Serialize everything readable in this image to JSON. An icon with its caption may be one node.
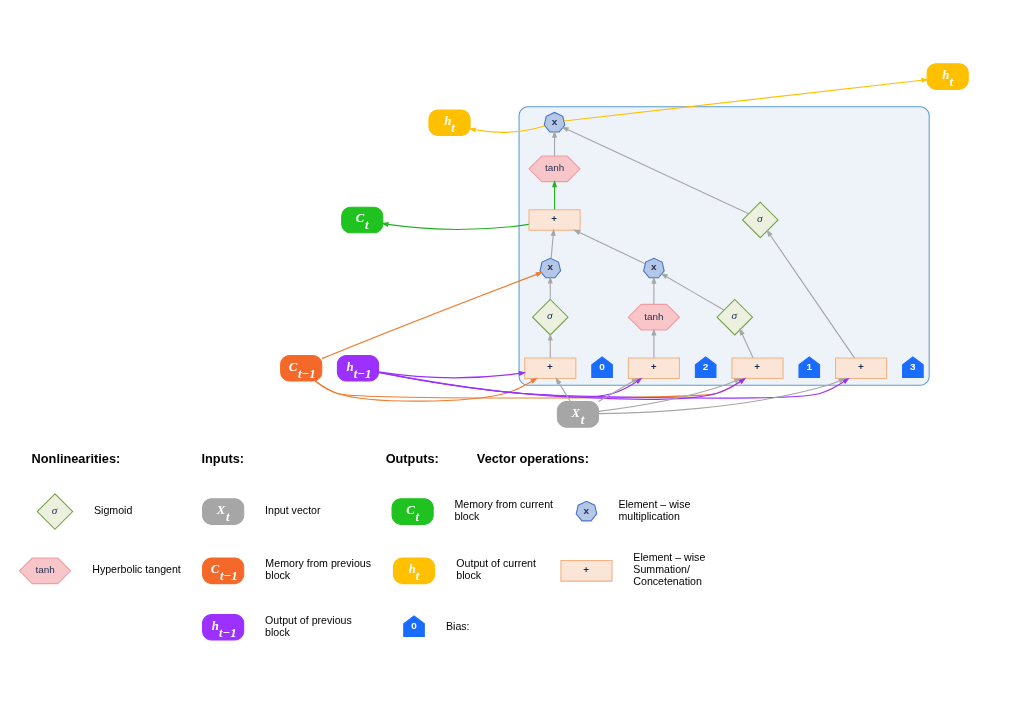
{
  "diagram": {
    "nodes": [
      {
        "text": [],
        "shape": "box"
      },
      {
        "text": [
          "C$_{t−1}$"
        ]
      },
      {
        "text": [
          "h$_{t}$"
        ]
      },
      {
        "text": [
          "C$_{t}$"
        ]
      },
      {
        "text": [
          "x"
        ],
        "in": 0
      },
      {
        "text": [
          "+"
        ],
        "in": 0
      },
      {
        "text": [
          "x"
        ],
        "in": 0
      },
      {
        "text": [
          "tanh"
        ],
        "in": 0
      },
      {
        "text": [
          "σ"
        ],
        "in": 0
      },
      {
        "text": [
          "σ"
        ],
        "in": 0
      },
      {
        "text": [
          "tanh"
        ],
        "in": 0
      },
      {
        "text": [
          "σ"
        ],
        "in": 0
      },
      {
        "text": [
          "x"
        ],
        "in": 0
      },
      {
        "text": [
          "+"
        ],
        "in": 0
      },
      {
        "text": [
          "+"
        ],
        "in": 0
      },
      {
        "text": [
          "+"
        ],
        "in": 0
      },
      {
        "text": [
          "+"
        ],
        "in": 0
      },
      {
        "text": [
          "0"
        ],
        "in": 0
      },
      {
        "text": [
          "1"
        ],
        "in": 0
      },
      {
        "text": [
          "2"
        ],
        "in": 0
      },
      {
        "text": [
          "3"
        ],
        "in": 0
      },
      {
        "text": [
          "h$_{t−1}$"
        ]
      },
      {
        "text": [
          "h$_{t}$"
        ]
      },
      {
        "text": [
          "X$_{t}$"
        ]
      },
      {
        "text": [
          "X$_{t}$"
        ],
        "beside": [
          "Input vector"
        ]
      },
      {
        "text": [
          "C$_{t}$"
        ],
        "beside": [
          "Memory from current block"
        ]
      },
      {
        "text": [
          "σ"
        ],
        "beside": [
          "Sigmoid"
        ]
      },
      {
        "text": [
          "x"
        ],
        "beside": [
          "Element – wise multiplication"
        ]
      },
      {
        "text": [
          "C$_{t−1}$"
        ],
        "beside": [
          "Memory from previous block"
        ]
      },
      {
        "text": [
          "h$_{t}$"
        ],
        "beside": [
          "Output of current block"
        ]
      },
      {
        "text": [
          "tanh"
        ],
        "beside": [
          "Hyperbolic tangent"
        ]
      },
      {
        "text": [
          "+"
        ],
        "beside": [
          "Element – wise Summation/ Concetenation"
        ]
      },
      {
        "text": [
          "h$_{t−1}$"
        ],
        "beside": [
          "Output of previous block"
        ]
      },
      {
        "text": [
          "0"
        ],
        "beside": [
          "Bias:"
        ]
      }
    ],
    "edges": [
      {
        "from": 1,
        "to": 13,
        "arrow": "to",
        "color": "#ed7d31"
      },
      {
        "from": 1,
        "to": 4,
        "arrow": "to",
        "color": "#ed7d31"
      },
      {
        "from": 1,
        "to": 14,
        "arrow": "to",
        "color": "#ed7d31"
      },
      {
        "from": 21,
        "to": 13,
        "arrow": "to",
        "color": "#9b30ff"
      },
      {
        "from": 21,
        "to": 14,
        "arrow": "to",
        "color": "#9b30ff"
      },
      {
        "from": 21,
        "to": 15,
        "arrow": "to",
        "color": "#9b30ff"
      },
      {
        "from": 21,
        "to": 16,
        "arrow": "to",
        "color": "#9b30ff"
      },
      {
        "from": 23,
        "to": 13,
        "arrow": "to"
      },
      {
        "from": 23,
        "to": 14,
        "arrow": "to"
      },
      {
        "from": 23,
        "to": 15,
        "arrow": "to"
      },
      {
        "from": 23,
        "to": 16,
        "arrow": "to"
      },
      {
        "from": 13,
        "to": 8,
        "arrow": "to"
      },
      {
        "from": 8,
        "to": 4,
        "arrow": "to"
      },
      {
        "from": 14,
        "to": 9,
        "arrow": "to"
      },
      {
        "from": 9,
        "to": 6,
        "arrow": "to"
      },
      {
        "from": 15,
        "to": 10,
        "arrow": "to"
      },
      {
        "from": 10,
        "to": 6,
        "arrow": "to"
      },
      {
        "from": 16,
        "to": 11,
        "arrow": "to"
      },
      {
        "from": 11,
        "to": 12,
        "arrow": "to"
      },
      {
        "from": 4,
        "to": 5,
        "arrow": "to"
      },
      {
        "from": 6,
        "to": 5,
        "arrow": "to"
      },
      {
        "from": 5,
        "to": 3,
        "arrow": "to",
        "color": "#22b022"
      },
      {
        "from": 5,
        "to": 7,
        "arrow": "to",
        "color": "#22b022"
      },
      {
        "from": 7,
        "to": 12,
        "arrow": "to"
      },
      {
        "from": 12,
        "to": 22,
        "arrow": "to",
        "color": "#ffc000"
      },
      {
        "from": 12,
        "to": 2,
        "arrow": "to",
        "color": "#ffc000"
      }
    ],
    "labels": [
      "Inputs:",
      "Outputs:",
      "Nonlinearities:",
      "Vector operations:"
    ]
  }
}
